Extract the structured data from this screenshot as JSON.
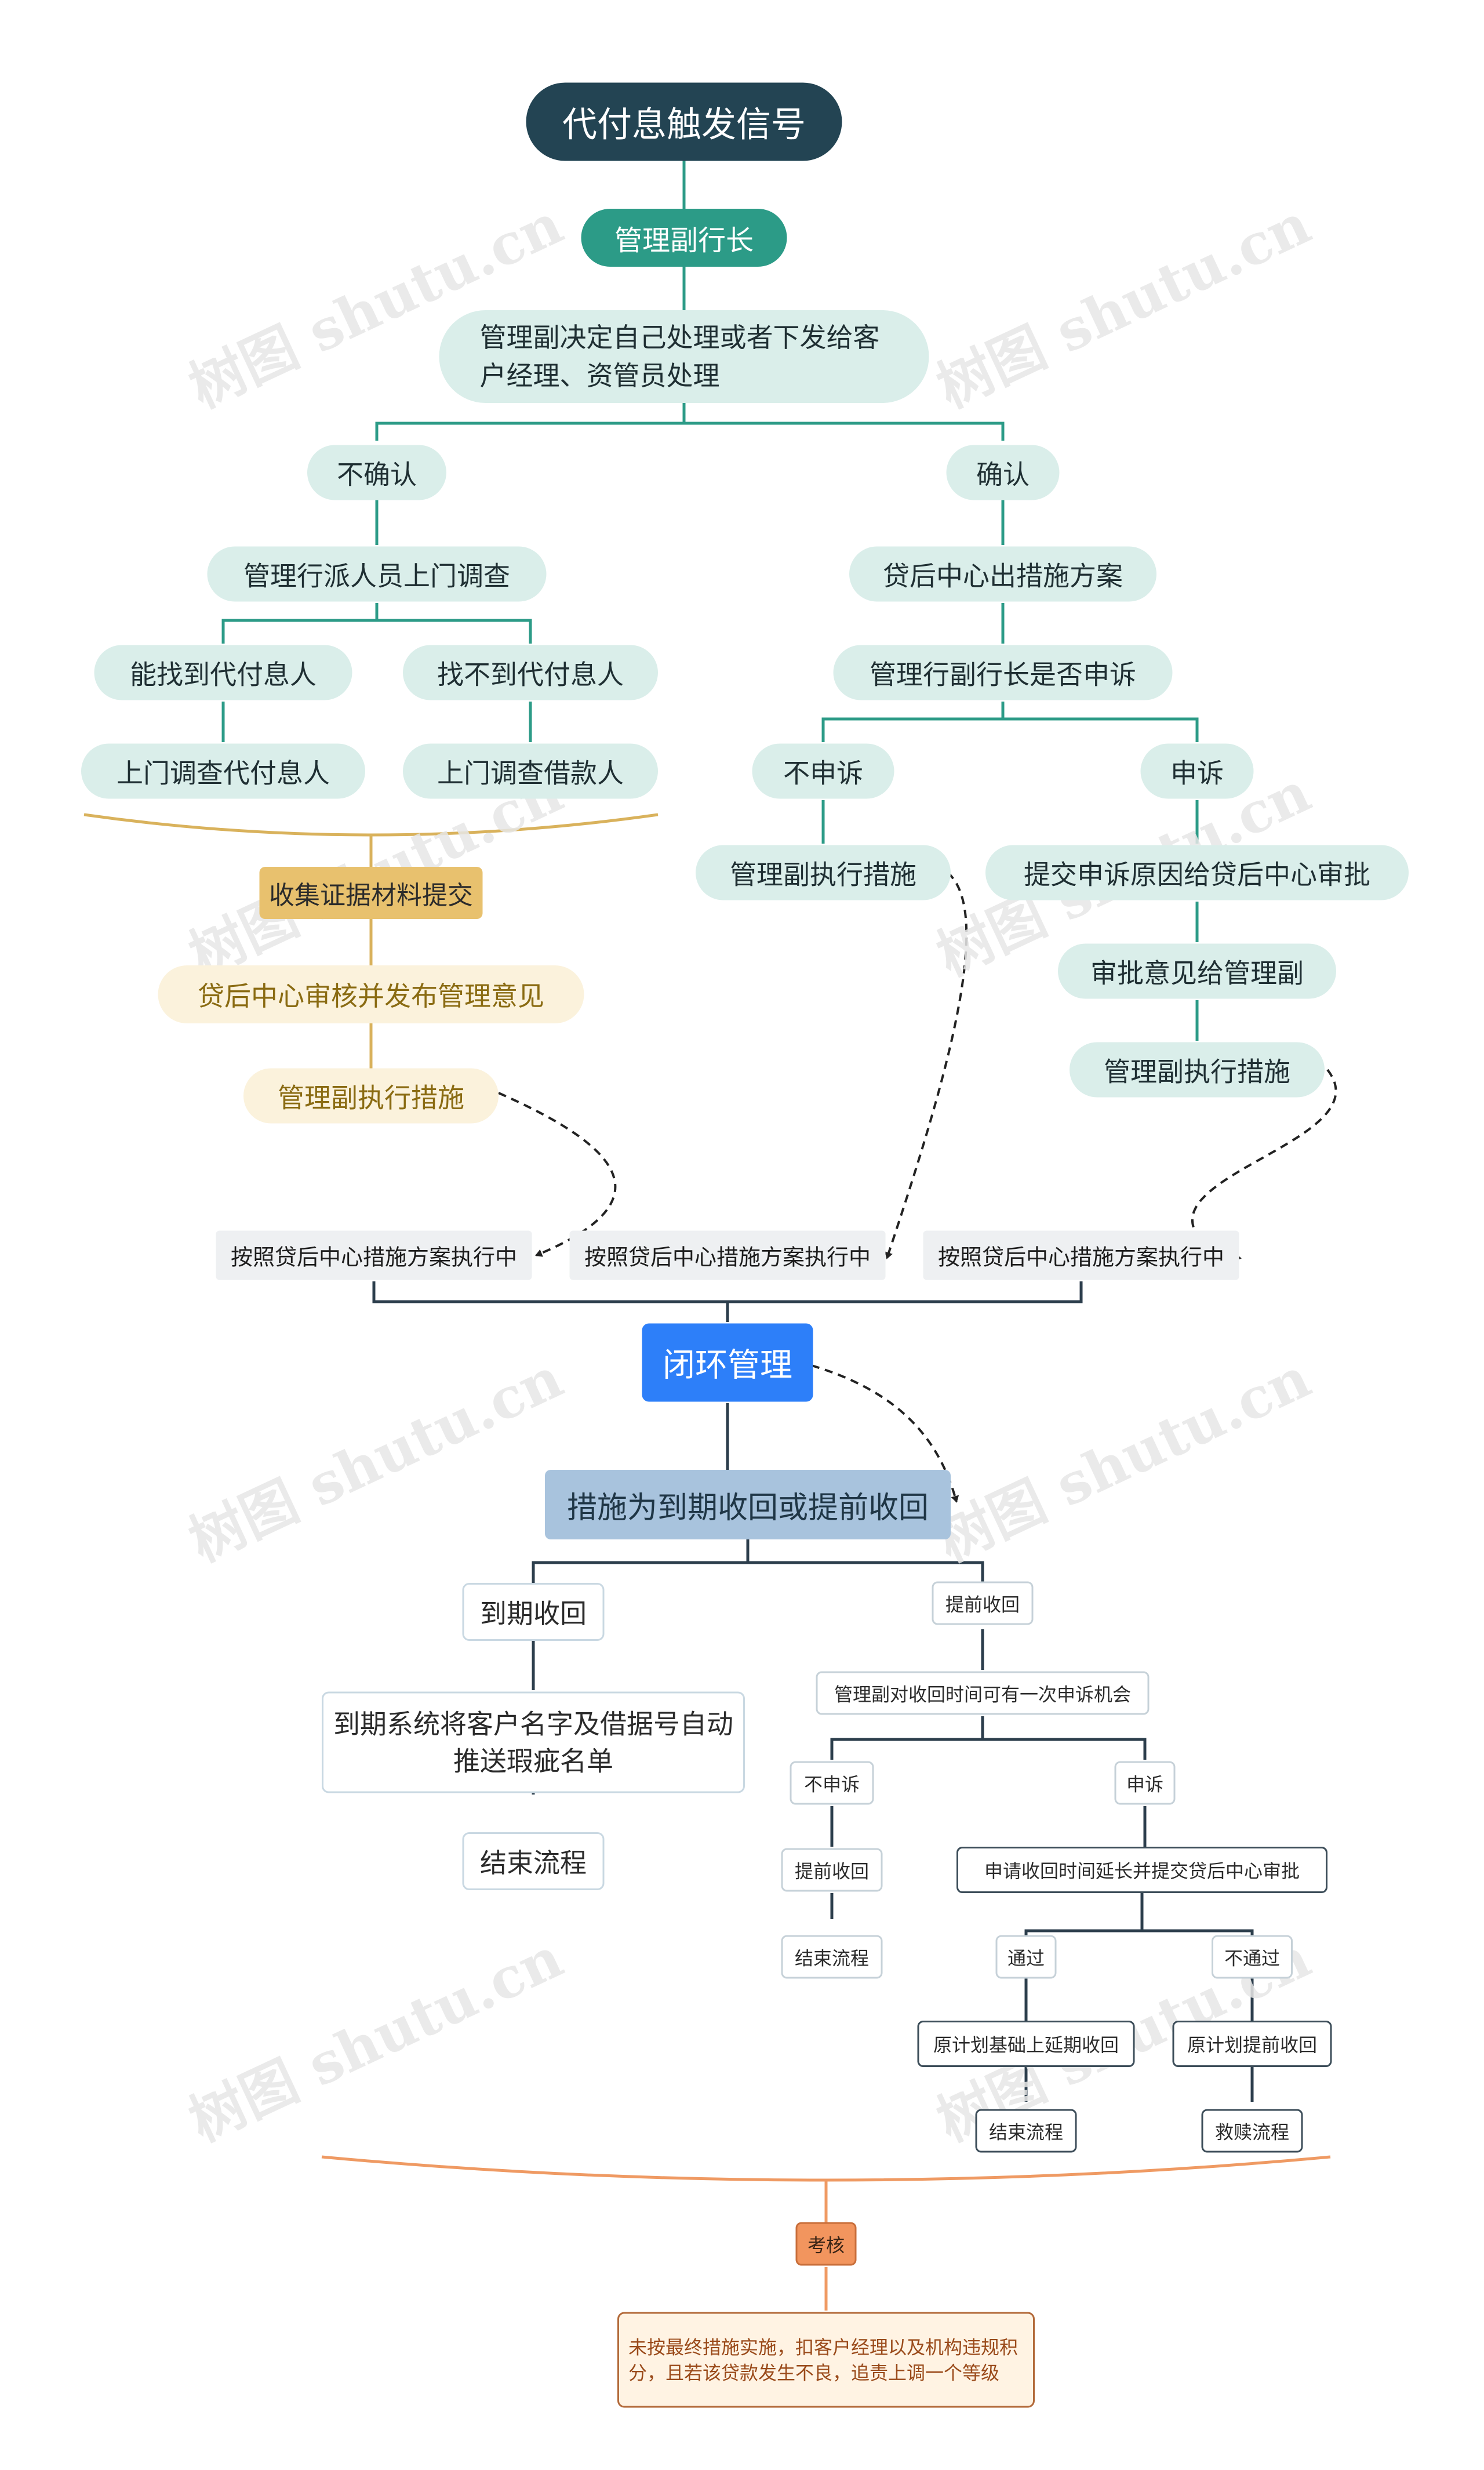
{
  "watermark": "树图 shutu.cn",
  "nodes": {
    "root": "代付息触发信号",
    "vp": "管理副行长",
    "decide": "管理副决定自己处理或者下发给客户经理、资管员处理",
    "unconfirmed": "不确认",
    "confirmed": "确认",
    "send_staff": "管理行派人员上门调查",
    "found": "能找到代付息人",
    "not_found": "找不到代付息人",
    "visit_payer": "上门调查代付息人",
    "visit_borrower": "上门调查借款人",
    "collect": "收集证据材料提交",
    "center_review": "贷后中心审核并发布管理意见",
    "vp_exec_left": "管理副执行措施",
    "center_plan": "贷后中心出措施方案",
    "appeal_q": "管理行副行长是否申诉",
    "no_appeal": "不申诉",
    "appeal": "申诉",
    "vp_exec_mid": "管理副执行措施",
    "submit_appeal": "提交申诉原因给贷后中心审批",
    "approval": "审批意见给管理副",
    "vp_exec_right": "管理副执行措施",
    "plan_exec_1": "按照贷后中心措施方案执行中",
    "plan_exec_2": "按照贷后中心措施方案执行中",
    "plan_exec_3": "按照贷后中心措施方案执行中",
    "closed_loop": "闭环管理",
    "measure": "措施为到期收回或提前收回",
    "due": "到期收回",
    "due_system": "到期系统将客户名字及借据号自动推送瑕疵名单",
    "end_1": "结束流程",
    "early": "提前收回",
    "early_appeal": "管理副对收回时间可有一次申诉机会",
    "early_no_appeal": "不申诉",
    "early_appeal_yes": "申诉",
    "early_recover": "提前收回",
    "end_2": "结束流程",
    "apply_extend": "申请收回时间延长并提交贷后中心审批",
    "pass": "通过",
    "fail": "不通过",
    "extend": "原计划基础上延期收回",
    "plan_early": "原计划提前收回",
    "end_3": "结束流程",
    "redeem": "救赎流程",
    "assess": "考核",
    "assess_text": "未按最终措施实施，扣客户经理以及机构违规积分，且若该贷款发生不良，追责上调一个等级"
  },
  "colors": {
    "dark": "#234453",
    "teal": "#2c9b87",
    "mint": "#daeeea",
    "gold": "#e8c16e",
    "blue": "#2d7ff9",
    "light_blue": "#a8c3dd",
    "orange": "#f2955e"
  }
}
